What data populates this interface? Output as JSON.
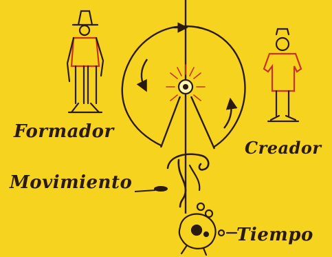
{
  "labels": {
    "formador": "Formador",
    "creador": "Creador",
    "movimiento": "Movimiento",
    "tiempo": "Tiempo"
  },
  "colors": {
    "paper": "#f5d31f",
    "ink": "#2a1a10",
    "accent_red": "#c8321e"
  }
}
